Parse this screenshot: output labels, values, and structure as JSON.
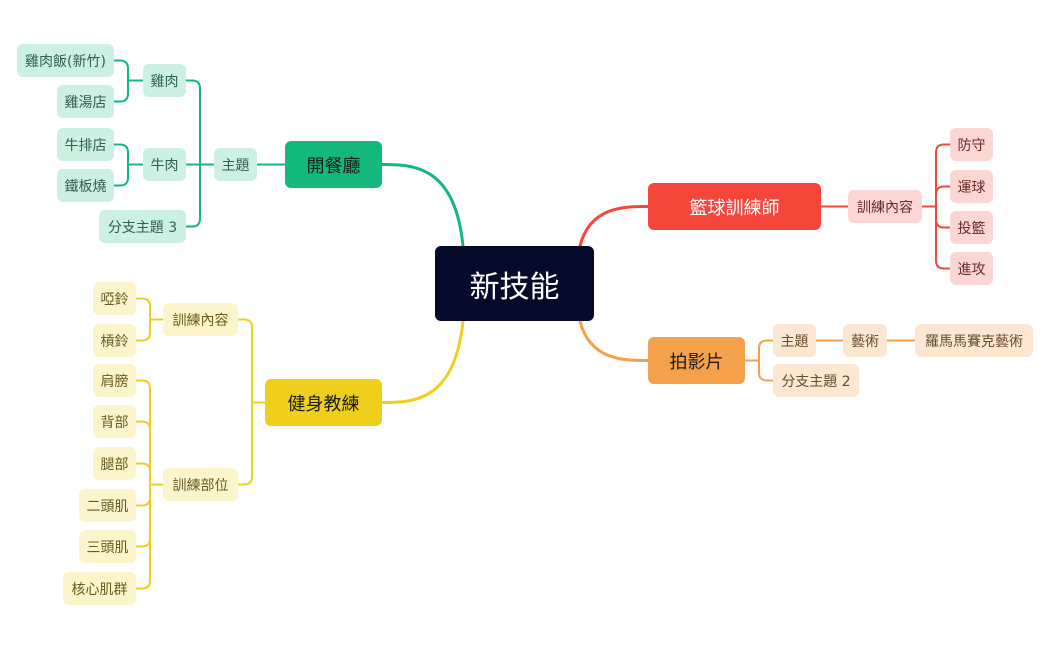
{
  "root": {
    "label": "新技能",
    "color": "#050a2a"
  },
  "branches": {
    "restaurant": {
      "label": "開餐廳",
      "color": "#13b87a",
      "fill": "#ccf0e2",
      "text": "#2f5f4f",
      "main_text": "#1a1a1a",
      "topic": "主題",
      "chicken": "雞肉",
      "chicken_rice": "雞肉飯(新竹)",
      "chicken_soup": "雞湯店",
      "beef": "牛肉",
      "steakhouse": "牛排店",
      "teppanyaki": "鐵板燒",
      "subtopic3": "分支主題 3"
    },
    "basketball": {
      "label": "籃球訓練師",
      "color": "#f5463c",
      "fill": "#fcd6d4",
      "text": "#6a2a26",
      "main_text": "#ffffff",
      "content": "訓練內容",
      "defense": "防守",
      "dribble": "運球",
      "shoot": "投籃",
      "offense": "進攻"
    },
    "photo": {
      "label": "拍影片",
      "color": "#f5a04a",
      "fill": "#fde6d2",
      "text": "#6a4a2a",
      "main_text": "#1a1a1a",
      "topic": "主題",
      "art": "藝術",
      "roman_art": "羅馬馬賽克藝術",
      "subtopic2": "分支主題 2"
    },
    "fitness": {
      "label": "健身教練",
      "color": "#f0cf1c",
      "fill": "#fcf5cc",
      "text": "#6a5a20",
      "main_text": "#1a1a1a",
      "content": "訓練內容",
      "dumbbell": "啞鈴",
      "barbell": "槓鈴",
      "parts": "訓練部位",
      "shoulder": "肩膀",
      "back": "背部",
      "legs": "腿部",
      "biceps": "二頭肌",
      "triceps": "三頭肌",
      "core": "核心肌群"
    }
  }
}
